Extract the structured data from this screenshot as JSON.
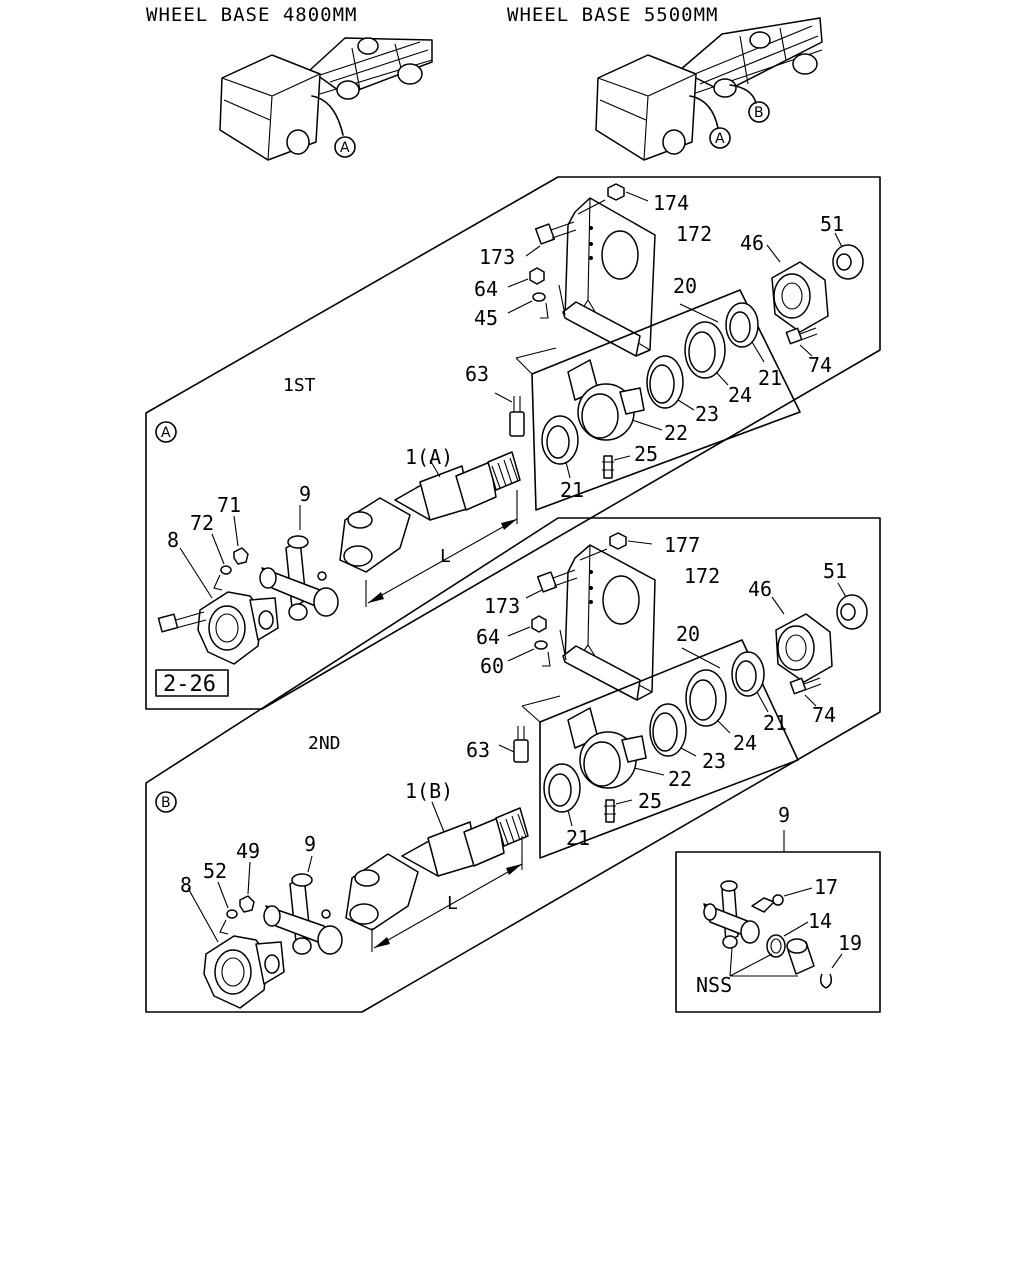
{
  "headers": {
    "wb1": "WHEEL BASE 4800MM",
    "wb2": "WHEEL BASE 5500MM"
  },
  "markers": {
    "a": "A",
    "b": "B"
  },
  "sections": {
    "first": "1ST",
    "second": "2ND"
  },
  "ref_box": "2-26",
  "dim": "L",
  "labels_1st": {
    "p174": "174",
    "p173": "173",
    "p172": "172",
    "p46": "46",
    "p51": "51",
    "p64": "64",
    "p45": "45",
    "p20": "20",
    "p63": "63",
    "p74": "74",
    "p21a": "21",
    "p24": "24",
    "p23": "23",
    "p22": "22",
    "p25": "25",
    "p21b": "21",
    "p1": "1(A)",
    "p9": "9",
    "p71": "71",
    "p72": "72",
    "p8": "8"
  },
  "labels_2nd": {
    "p177": "177",
    "p172": "172",
    "p51": "51",
    "p46": "46",
    "p173": "173",
    "p64": "64",
    "p60": "60",
    "p20": "20",
    "p74": "74",
    "p21a": "21",
    "p63": "63",
    "p24": "24",
    "p23": "23",
    "p22": "22",
    "p25": "25",
    "p21b": "21",
    "p1": "1(B)",
    "p49": "49",
    "p9": "9",
    "p52": "52",
    "p8": "8"
  },
  "detail": {
    "p9": "9",
    "p17": "17",
    "p14": "14",
    "p19": "19",
    "nss": "NSS"
  }
}
